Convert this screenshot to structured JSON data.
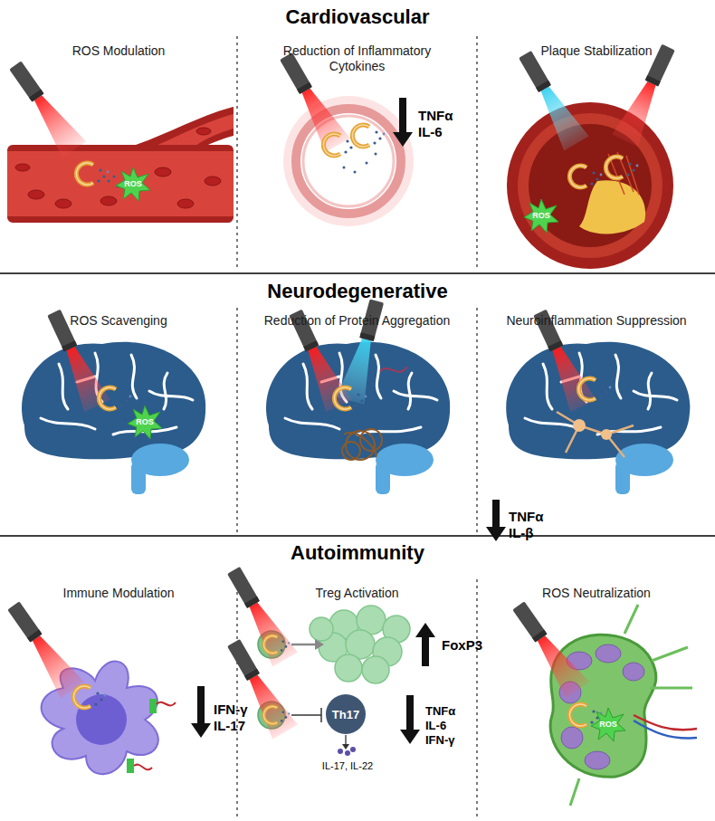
{
  "diagram": {
    "nodes": [
      {
        "text": [
          "Cardiovascular"
        ]
      },
      {
        "text": [
          "ROS Modulation"
        ],
        "in": 0
      },
      {
        "text": [
          "Reduction of Inflammatory Cytokines"
        ],
        "in": 0
      },
      {
        "text": [
          "Plaque Stabilization"
        ],
        "in": 0
      },
      {
        "text": [
          "Neurodegenerative"
        ]
      },
      {
        "text": [
          "ROS Scavenging"
        ],
        "in": 4
      },
      {
        "text": [
          "Reduction of Protein Aggregation"
        ],
        "in": 4
      },
      {
        "text": [
          "Neuroinflammation Suppression"
        ],
        "in": 4
      },
      {
        "text": [
          "Autoimmunity"
        ]
      },
      {
        "text": [
          "Immune Modulation"
        ],
        "in": 8
      },
      {
        "text": [
          "Treg Activation"
        ],
        "in": 8
      },
      {
        "text": [
          "ROS Neutralization"
        ],
        "in": 8
      },
      {
        "text": [
          "Th17"
        ],
        "in": 10
      }
    ],
    "labels": [
      "ROS",
      "TNFα",
      "IL-6",
      "ROS",
      "ROS",
      "TNFα",
      "IL-β",
      "IFN-γ",
      "IL-17",
      "FoxP3",
      "IL-17, IL-22",
      "TNFα",
      "IL-6",
      "IFN-γ",
      "ROS"
    ]
  }
}
